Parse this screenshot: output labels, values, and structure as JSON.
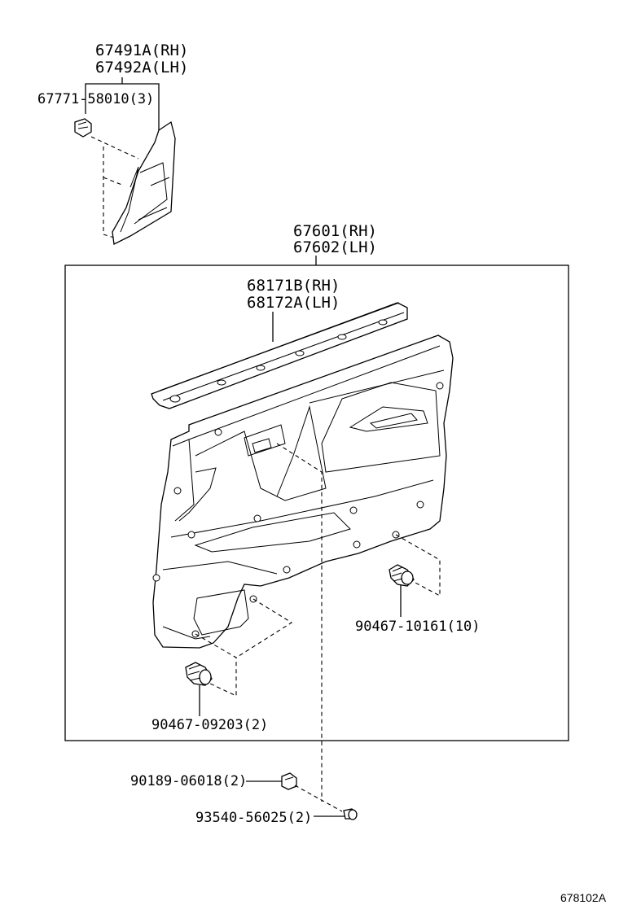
{
  "diagram": {
    "labels": {
      "molding_rh": "67491A(RH)",
      "molding_lh": "67492A(LH)",
      "clip_small": "67771-58010(3)",
      "panel_rh": "67601(RH)",
      "panel_lh": "67602(LH)",
      "weatherstrip_rh": "68171B(RH)",
      "weatherstrip_lh": "68172A(LH)",
      "clip_a": "90467-10161(10)",
      "clip_b": "90467-09203(2)",
      "cushion": "90189-06018(2)",
      "screw": "93540-56025(2)",
      "figure_id": "678102A"
    }
  }
}
